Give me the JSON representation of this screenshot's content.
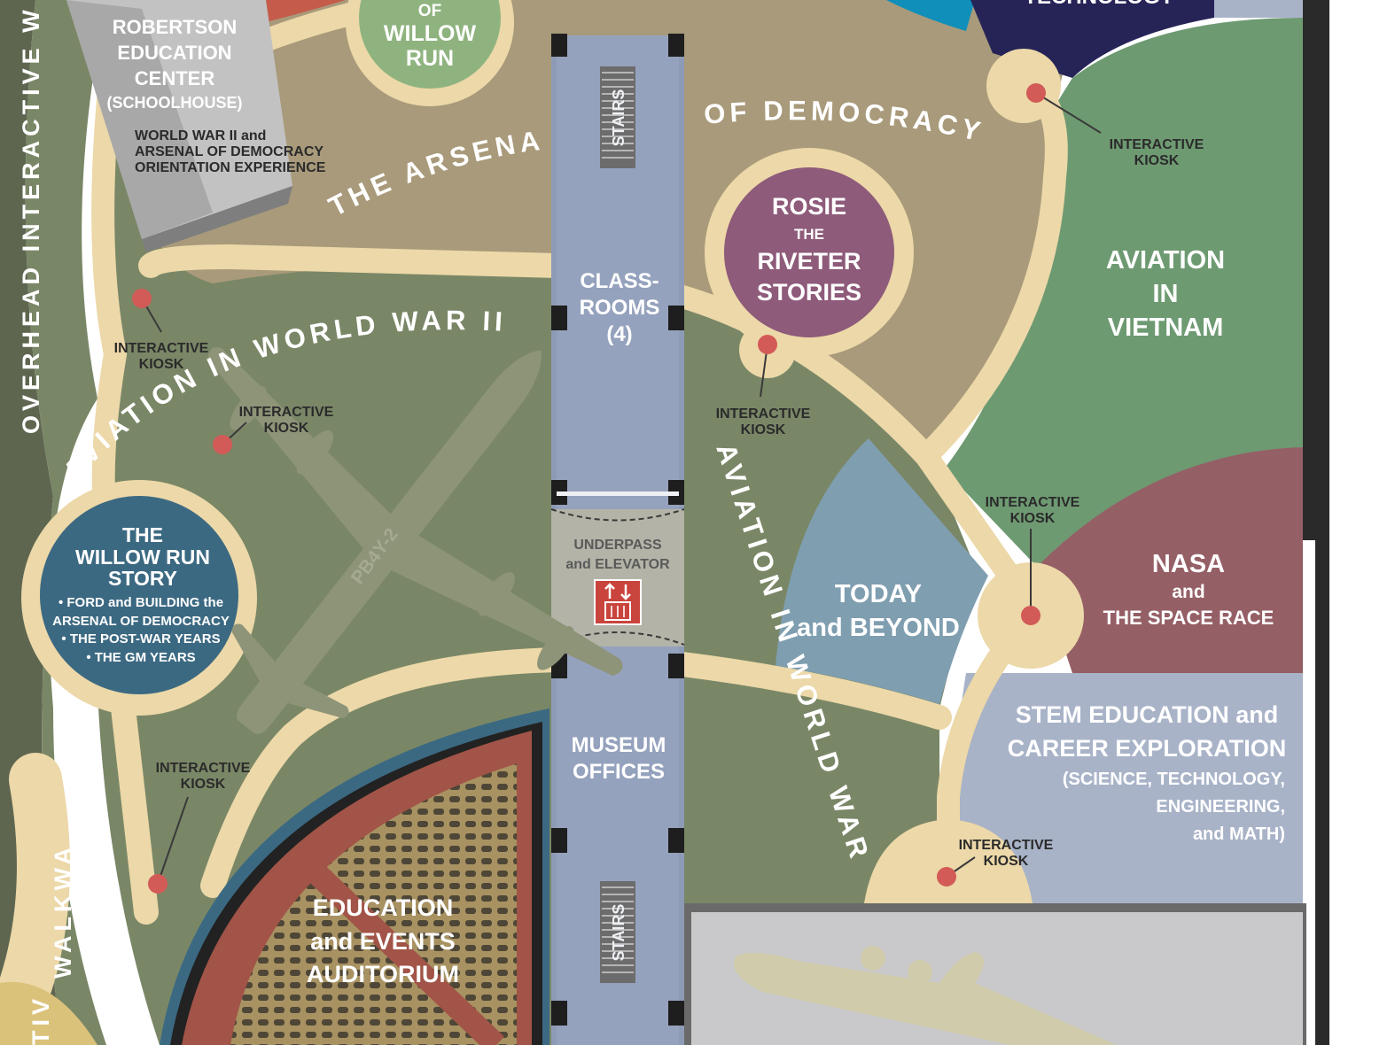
{
  "colors": {
    "path": "#ecd8a8",
    "tan": "#a89a7a",
    "olive": "#7a8767",
    "dark_olive": "#5e6650",
    "green": "#6e9a72",
    "navy": "#262457",
    "teal": "#0f8fba",
    "steel": "#8ea5b5",
    "lavender": "#a9b3c8",
    "maroon": "#955f66",
    "plum": "#8e5b7a",
    "blue_circle": "#3c6982",
    "corridor": "#95a2bd",
    "kiosk": "#d25a57",
    "auditorium_red": "#a15447",
    "auditorium_seat": "#a89262"
  },
  "icons": [
    "stairs-icon",
    "elevator-icon",
    "kiosk-marker-icon",
    "airplane-silhouette-icon"
  ],
  "labels": {
    "robertson": [
      "ROBERTSON",
      "EDUCATION",
      "CENTER",
      "(SCHOOLHOUSE)"
    ],
    "orientation": [
      "WORLD WAR II and",
      "ARSENAL OF DEMOCRACY",
      "ORIENTATION EXPERIENCE"
    ],
    "willow_run_top": [
      "OF",
      "WILLOW",
      "RUN"
    ],
    "technology": "TECHNOLOGY",
    "arsenal_left": "THE ARSENAL",
    "arsenal_right": "OF DEMOCRACY",
    "stairs": "STAIRS",
    "classrooms": [
      "CLASS-",
      "ROOMS",
      "(4)"
    ],
    "underpass": [
      "UNDERPASS",
      "and ELEVATOR"
    ],
    "museum_offices": [
      "MUSEUM",
      "OFFICES"
    ],
    "rosie": [
      "ROSIE",
      "THE",
      "RIVETER",
      "STORIES"
    ],
    "aviation_vietnam": [
      "AVIATION",
      "IN",
      "VIETNAM"
    ],
    "aviation_ww2_left": "AVIATION IN WORLD WAR II",
    "aviation_ww2_right": "AVIATION IN WORLD WAR II",
    "willow_story": [
      "THE",
      "WILLOW RUN",
      "STORY",
      "• FORD and BUILDING the",
      "ARSENAL OF DEMOCRACY",
      "• THE POST-WAR YEARS",
      "• THE GM YEARS"
    ],
    "today": [
      "TODAY",
      "and BEYOND"
    ],
    "nasa": [
      "NASA",
      "and",
      "THE SPACE RACE"
    ],
    "stem": [
      "STEM EDUCATION and",
      "CAREER EXPLORATION",
      "(SCIENCE, TECHNOLOGY,",
      "ENGINEERING,",
      "and MATH)"
    ],
    "auditorium": [
      "EDUCATION",
      "and EVENTS",
      "AUDITORIUM"
    ],
    "overhead_walkway": "OVERHEAD INTERACTIVE WALKWAY",
    "walkway_bottom": "WALKWAY",
    "tive_fragment": "TIVE",
    "plane_code": "PB4Y-2",
    "kiosk": [
      "INTERACTIVE",
      "KIOSK"
    ]
  }
}
